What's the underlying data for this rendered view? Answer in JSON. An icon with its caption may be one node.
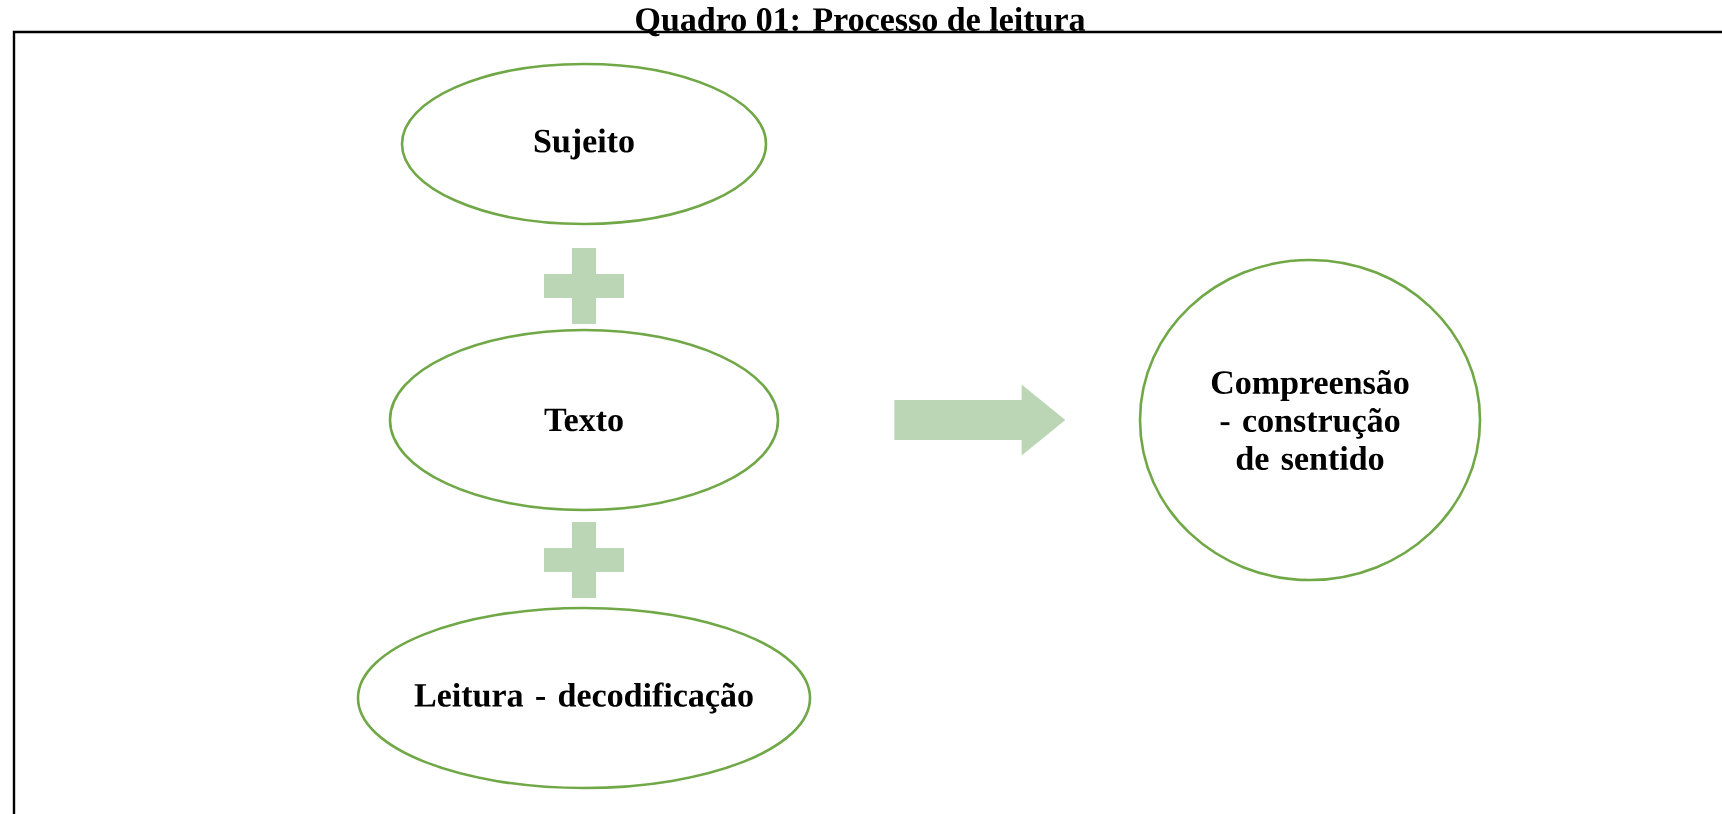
{
  "diagram": {
    "title": "Quadro 01: Processo de leitura",
    "nodes": [
      {
        "text": [
          "Sujeito"
        ]
      },
      {
        "text": [
          "Texto"
        ]
      },
      {
        "text": [
          "Leitura - decodificação"
        ]
      },
      {
        "text": [
          "Compreensão - construção de sentido"
        ]
      }
    ],
    "edges": [
      {
        "from": 1,
        "to": 3,
        "arrow": "to"
      }
    ]
  }
}
